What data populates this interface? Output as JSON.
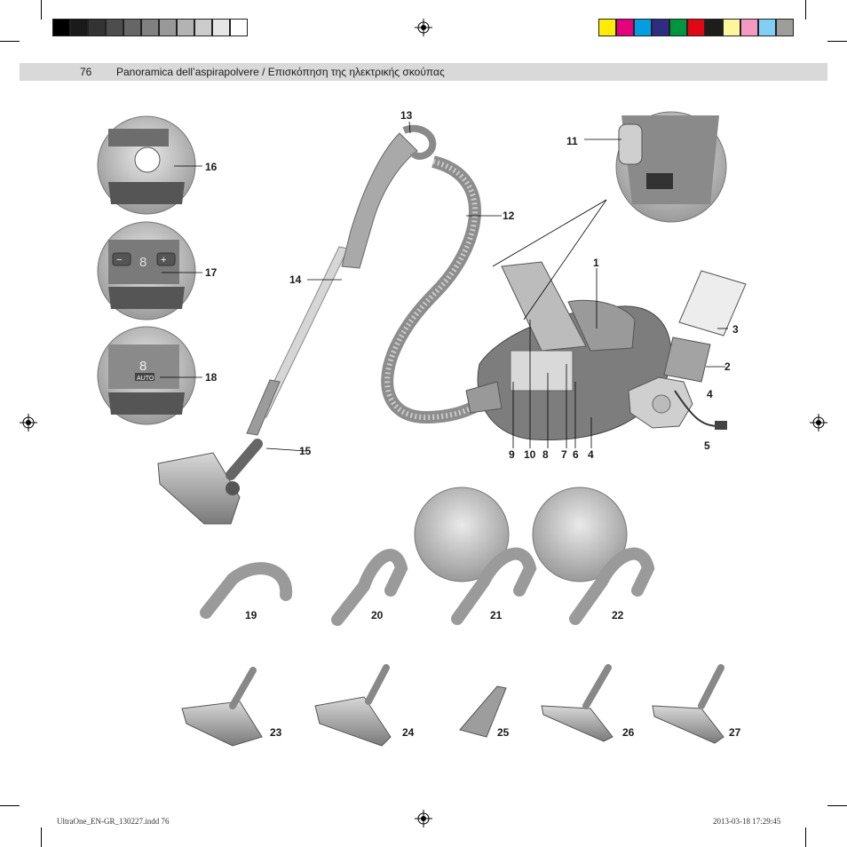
{
  "header": {
    "page_number": "76",
    "title": "Panoramica dell’aspirapolvere  /  Επισκόπηση της ηλεκτρικής σκούπας"
  },
  "color_bars": {
    "grayscale": [
      "#000000",
      "#1a1a1a",
      "#333333",
      "#4d4d4d",
      "#666666",
      "#808080",
      "#999999",
      "#b3b3b3",
      "#cccccc",
      "#e6e6e6",
      "#ffffff"
    ],
    "process": [
      "#ffed00",
      "#e6007e",
      "#009fe3",
      "#2d2e83",
      "#00963f",
      "#e30613",
      "#1d1d1b",
      "#fff59b",
      "#f49ac1",
      "#7fd0f5",
      "#9d9d9c"
    ]
  },
  "callouts": {
    "c1": "1",
    "c2": "2",
    "c3": "3",
    "c4a": "4",
    "c4b": "4",
    "c5": "5",
    "c6": "6",
    "c7": "7",
    "c8": "8",
    "c9": "9",
    "c10": "10",
    "c11": "11",
    "c12": "12",
    "c13": "13",
    "c14": "14",
    "c15": "15",
    "c16": "16",
    "c17": "17",
    "c18": "18",
    "c19": "19",
    "c20": "20",
    "c21": "21",
    "c22": "22",
    "c23": "23",
    "c24": "24",
    "c25": "25",
    "c26": "26",
    "c27": "27"
  },
  "panel_labels": {
    "auto": "AUTO",
    "minus": "−",
    "plus": "+",
    "digit": "8"
  },
  "footer": {
    "file": "UltraOne_EN-GR_130227.indd   76",
    "timestamp": "2013-03-18   17:29:45"
  }
}
